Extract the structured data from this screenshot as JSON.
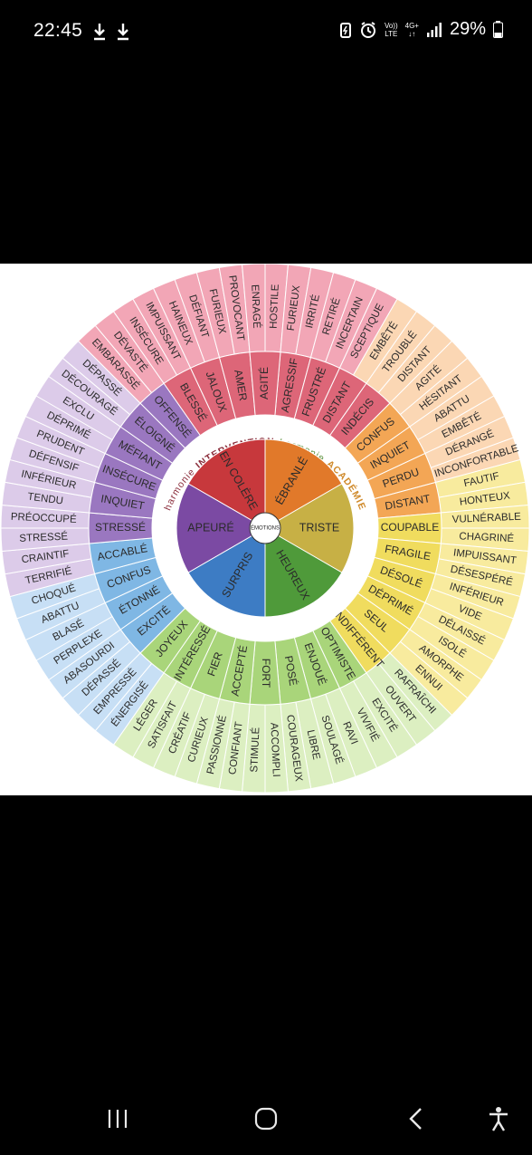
{
  "status_bar": {
    "time": "22:45",
    "network_left": "Vo))",
    "network_left_sub": "LTE",
    "network_right": "4G+",
    "battery": "29%"
  },
  "wheel": {
    "center": "ÉMOTIONS",
    "brand_arc": [
      "harmonie",
      "INTERVENTION",
      "harmonie",
      "ACADÉMIE"
    ],
    "core": [
      {
        "label": "EN COLÈRE",
        "color": "#c7383c"
      },
      {
        "label": "ÉBRANLÉ",
        "color": "#e1792a"
      },
      {
        "label": "TRISTE",
        "color": "#c7b045"
      },
      {
        "label": "HEUREUX",
        "color": "#4f9a3a"
      },
      {
        "label": "SURPRIS",
        "color": "#3d7cc4"
      },
      {
        "label": "APEURÉ",
        "color": "#7b4aa3"
      }
    ],
    "middle": [
      {
        "label": "AGRESSIF",
        "color": "#dd6678"
      },
      {
        "label": "FRUSTRÉ",
        "color": "#dd6678"
      },
      {
        "label": "DISTANT",
        "color": "#dd6678"
      },
      {
        "label": "INDÉCIS",
        "color": "#dd6678"
      },
      {
        "label": "CONFUS",
        "color": "#f3a655"
      },
      {
        "label": "INQUIET",
        "color": "#f3a655"
      },
      {
        "label": "PERDU",
        "color": "#f3a655"
      },
      {
        "label": "DISTANT",
        "color": "#f3a655"
      },
      {
        "label": "COUPABLE",
        "color": "#f0dc5e"
      },
      {
        "label": "FRAGILE",
        "color": "#f0dc5e"
      },
      {
        "label": "DÉSOLÉ",
        "color": "#f0dc5e"
      },
      {
        "label": "DÉPRIMÉ",
        "color": "#f0dc5e"
      },
      {
        "label": "SEUL",
        "color": "#f0dc5e"
      },
      {
        "label": "INDIFFÉRENT",
        "color": "#f0dc5e"
      },
      {
        "label": "OPTIMISTE",
        "color": "#a9d57a"
      },
      {
        "label": "ENJOUÉ",
        "color": "#a9d57a"
      },
      {
        "label": "POSÉ",
        "color": "#a9d57a"
      },
      {
        "label": "FORT",
        "color": "#a9d57a"
      },
      {
        "label": "ACCEPTÉ",
        "color": "#a9d57a"
      },
      {
        "label": "FIER",
        "color": "#a9d57a"
      },
      {
        "label": "INTÉRESSÉ",
        "color": "#a9d57a"
      },
      {
        "label": "JOYEUX",
        "color": "#a9d57a"
      },
      {
        "label": "EXCITÉ",
        "color": "#7fb7e4"
      },
      {
        "label": "ÉTONNÉ",
        "color": "#7fb7e4"
      },
      {
        "label": "CONFUS",
        "color": "#7fb7e4"
      },
      {
        "label": "ACCABLÉ",
        "color": "#7fb7e4"
      },
      {
        "label": "STRESSÉ",
        "color": "#9a77c0"
      },
      {
        "label": "INQUIET",
        "color": "#9a77c0"
      },
      {
        "label": "INSÉCURE",
        "color": "#9a77c0"
      },
      {
        "label": "MÉFIANT",
        "color": "#9a77c0"
      },
      {
        "label": "ÉLOIGNÉ",
        "color": "#9a77c0"
      },
      {
        "label": "OFFENSÉ",
        "color": "#9a77c0"
      },
      {
        "label": "BLESSÉ",
        "color": "#dd6678"
      },
      {
        "label": "JALOUX",
        "color": "#dd6678"
      },
      {
        "label": "AMER",
        "color": "#dd6678"
      },
      {
        "label": "AGITÉ",
        "color": "#dd6678"
      }
    ],
    "outer": [
      {
        "label": "HOSTILE",
        "color": "#f2a6b6"
      },
      {
        "label": "FURIEUX",
        "color": "#f2a6b6"
      },
      {
        "label": "IRRITÉ",
        "color": "#f2a6b6"
      },
      {
        "label": "RETIRÉ",
        "color": "#f2a6b6"
      },
      {
        "label": "INCERTAIN",
        "color": "#f2a6b6"
      },
      {
        "label": "SCEPTIQUE",
        "color": "#f2a6b6"
      },
      {
        "label": "EMBÊTÉ",
        "color": "#fbd7b4"
      },
      {
        "label": "TROUBLÉ",
        "color": "#fbd7b4"
      },
      {
        "label": "DISTANT",
        "color": "#fbd7b4"
      },
      {
        "label": "AGITÉ",
        "color": "#fbd7b4"
      },
      {
        "label": "HÉSITANT",
        "color": "#fbd7b4"
      },
      {
        "label": "ABATTU",
        "color": "#fbd7b4"
      },
      {
        "label": "EMBÊTÉ",
        "color": "#fbd7b4"
      },
      {
        "label": "DÉRANGÉ",
        "color": "#fbd7b4"
      },
      {
        "label": "INCONFORTABLE",
        "color": "#fbd7b4"
      },
      {
        "label": "FAUTIF",
        "color": "#f8eb9e"
      },
      {
        "label": "HONTEUX",
        "color": "#f8eb9e"
      },
      {
        "label": "VULNÉRABLE",
        "color": "#f8eb9e"
      },
      {
        "label": "CHAGRINÉ",
        "color": "#f8eb9e"
      },
      {
        "label": "IMPUISSANT",
        "color": "#f8eb9e"
      },
      {
        "label": "DÉSESPÉRÉ",
        "color": "#f8eb9e"
      },
      {
        "label": "INFÉRIEUR",
        "color": "#f8eb9e"
      },
      {
        "label": "VIDE",
        "color": "#f8eb9e"
      },
      {
        "label": "DÉLAISSÉ",
        "color": "#f8eb9e"
      },
      {
        "label": "ISOLÉ",
        "color": "#f8eb9e"
      },
      {
        "label": "AMORPHE",
        "color": "#f8eb9e"
      },
      {
        "label": "ENNUI",
        "color": "#f8eb9e"
      },
      {
        "label": "RAFRAÎCHI",
        "color": "#dcefc1"
      },
      {
        "label": "OUVERT",
        "color": "#dcefc1"
      },
      {
        "label": "EXCITÉ",
        "color": "#dcefc1"
      },
      {
        "label": "VIVIFIÉ",
        "color": "#dcefc1"
      },
      {
        "label": "RAVI",
        "color": "#dcefc1"
      },
      {
        "label": "SOULAGÉ",
        "color": "#dcefc1"
      },
      {
        "label": "LIBRE",
        "color": "#dcefc1"
      },
      {
        "label": "COURAGEUX",
        "color": "#dcefc1"
      },
      {
        "label": "ACCOMPLI",
        "color": "#dcefc1"
      },
      {
        "label": "STIMULÉ",
        "color": "#dcefc1"
      },
      {
        "label": "CONFIANT",
        "color": "#dcefc1"
      },
      {
        "label": "PASSIONNÉ",
        "color": "#dcefc1"
      },
      {
        "label": "CURIEUX",
        "color": "#dcefc1"
      },
      {
        "label": "CRÉATIF",
        "color": "#dcefc1"
      },
      {
        "label": "SATISFAIT",
        "color": "#dcefc1"
      },
      {
        "label": "LÉGER",
        "color": "#dcefc1"
      },
      {
        "label": "ÉNERGISÉ",
        "color": "#c7dff5"
      },
      {
        "label": "EMPRESSÉ",
        "color": "#c7dff5"
      },
      {
        "label": "DÉPASSÉ",
        "color": "#c7dff5"
      },
      {
        "label": "ABASOURDI",
        "color": "#c7dff5"
      },
      {
        "label": "PERPLEXE",
        "color": "#c7dff5"
      },
      {
        "label": "BLASÉ",
        "color": "#c7dff5"
      },
      {
        "label": "ABATTU",
        "color": "#c7dff5"
      },
      {
        "label": "CHOQUÉ",
        "color": "#c7dff5"
      },
      {
        "label": "TERRIFIÉ",
        "color": "#dccbe9"
      },
      {
        "label": "CRAINTIF",
        "color": "#dccbe9"
      },
      {
        "label": "STRESSÉ",
        "color": "#dccbe9"
      },
      {
        "label": "PRÉOCCUPÉ",
        "color": "#dccbe9"
      },
      {
        "label": "TENDU",
        "color": "#dccbe9"
      },
      {
        "label": "INFÉRIEUR",
        "color": "#dccbe9"
      },
      {
        "label": "DÉFENSIF",
        "color": "#dccbe9"
      },
      {
        "label": "PRUDENT",
        "color": "#dccbe9"
      },
      {
        "label": "DÉPRIMÉ",
        "color": "#dccbe9"
      },
      {
        "label": "EXCLU",
        "color": "#dccbe9"
      },
      {
        "label": "DÉCOURAGÉ",
        "color": "#dccbe9"
      },
      {
        "label": "DÉPASSÉ",
        "color": "#dccbe9"
      },
      {
        "label": "EMBARASSÉ",
        "color": "#f2a6b6"
      },
      {
        "label": "DÉVASTÉ",
        "color": "#f2a6b6"
      },
      {
        "label": "INSÉCURE",
        "color": "#f2a6b6"
      },
      {
        "label": "IMPUISSANT",
        "color": "#f2a6b6"
      },
      {
        "label": "HAINEUX",
        "color": "#f2a6b6"
      },
      {
        "label": "DÉFIANT",
        "color": "#f2a6b6"
      },
      {
        "label": "FURIEUX",
        "color": "#f2a6b6"
      },
      {
        "label": "PROVOCANT",
        "color": "#f2a6b6"
      },
      {
        "label": "ENRAGÉ",
        "color": "#f2a6b6"
      }
    ]
  },
  "icons": {
    "download": "download-icon",
    "battery_saver": "battery-saver-icon",
    "alarm": "alarm-icon",
    "signal": "signal-icon",
    "battery": "battery-icon",
    "recents": "recents-icon",
    "home": "home-icon",
    "back": "back-icon",
    "accessibility": "accessibility-icon"
  }
}
